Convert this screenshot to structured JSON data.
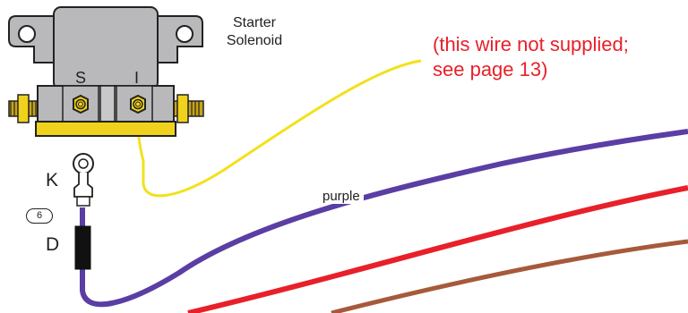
{
  "diagram": {
    "component_title": [
      "Starter",
      "Solenoid"
    ],
    "terminal_s": "S",
    "terminal_i": "I",
    "connector_k": "K",
    "connector_d": "D",
    "circuit_badge": "6",
    "wire_label": "purple",
    "note_lines": [
      "(this wire not supplied;",
      "see page 13)"
    ]
  },
  "colors": {
    "yellow_wire": "#f2e11c",
    "purple_wire": "#5a3ea4",
    "red_wire": "#e8202a",
    "brown_wire": "#a65a3a",
    "solenoid_body": "#b9b9bb",
    "brass": "#f0d21c",
    "note_text": "#e8202a"
  }
}
